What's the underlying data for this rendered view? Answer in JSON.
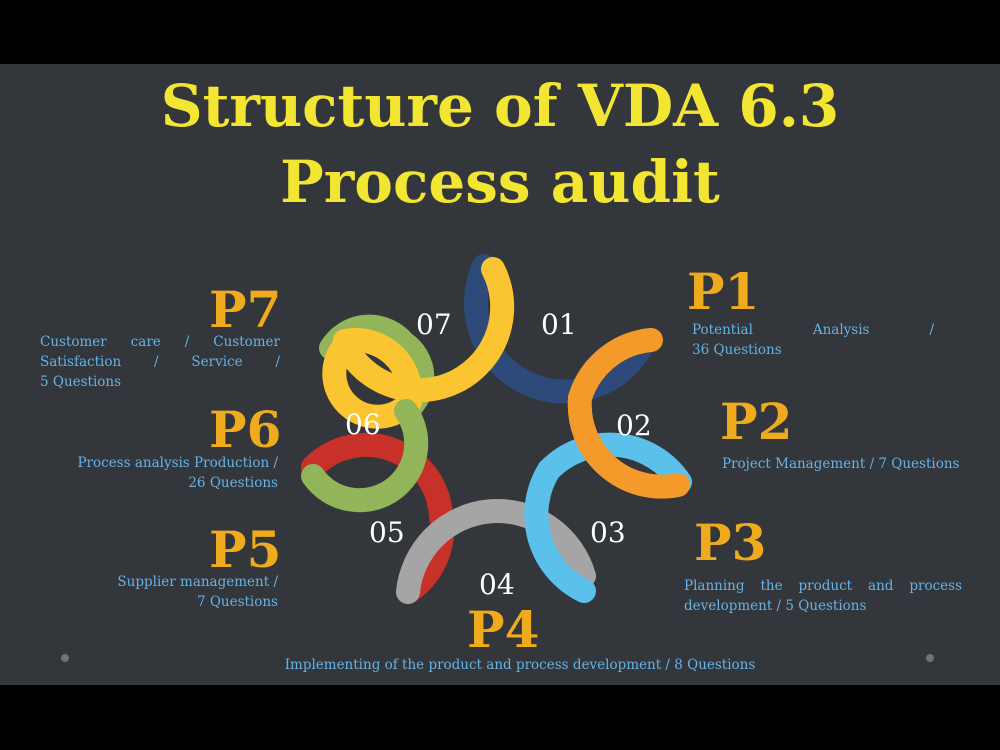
{
  "title": {
    "line1": "Structure of VDA 6.3",
    "line2": "Process audit"
  },
  "processes": [
    {
      "code": "P1",
      "number": "01",
      "desc_lines": [
        "Potential Analysis /",
        "36 Questions"
      ],
      "color": "#2e4a7a"
    },
    {
      "code": "P2",
      "number": "02",
      "desc_lines": [
        "Project Management / 7 Questions"
      ],
      "color": "#f39a2b"
    },
    {
      "code": "P3",
      "number": "03",
      "desc_lines": [
        "Planning the product and process",
        "development / 5 Questions"
      ],
      "color": "#5bc0ea"
    },
    {
      "code": "P4",
      "number": "04",
      "desc_lines": [
        "Implementing of the product and process development / 8 Questions"
      ],
      "color": "#a5a5a5"
    },
    {
      "code": "P5",
      "number": "05",
      "desc_lines": [
        "Supplier management /",
        "7 Questions"
      ],
      "color": "#c8302a"
    },
    {
      "code": "P6",
      "number": "06",
      "desc_lines": [
        "Process analysis Production /",
        "26 Questions"
      ],
      "color": "#92b55a"
    },
    {
      "code": "P7",
      "number": "07",
      "desc_lines": [
        "Customer care / Customer",
        "Satisfaction / Service /",
        "5 Questions"
      ],
      "color": "#fbc531"
    }
  ],
  "colors": {
    "background": "#33363a",
    "letterbox": "#000000",
    "title": "#f2e632",
    "code": "#f0aa1e",
    "description": "#66b3e8",
    "number": "#ffffff"
  }
}
